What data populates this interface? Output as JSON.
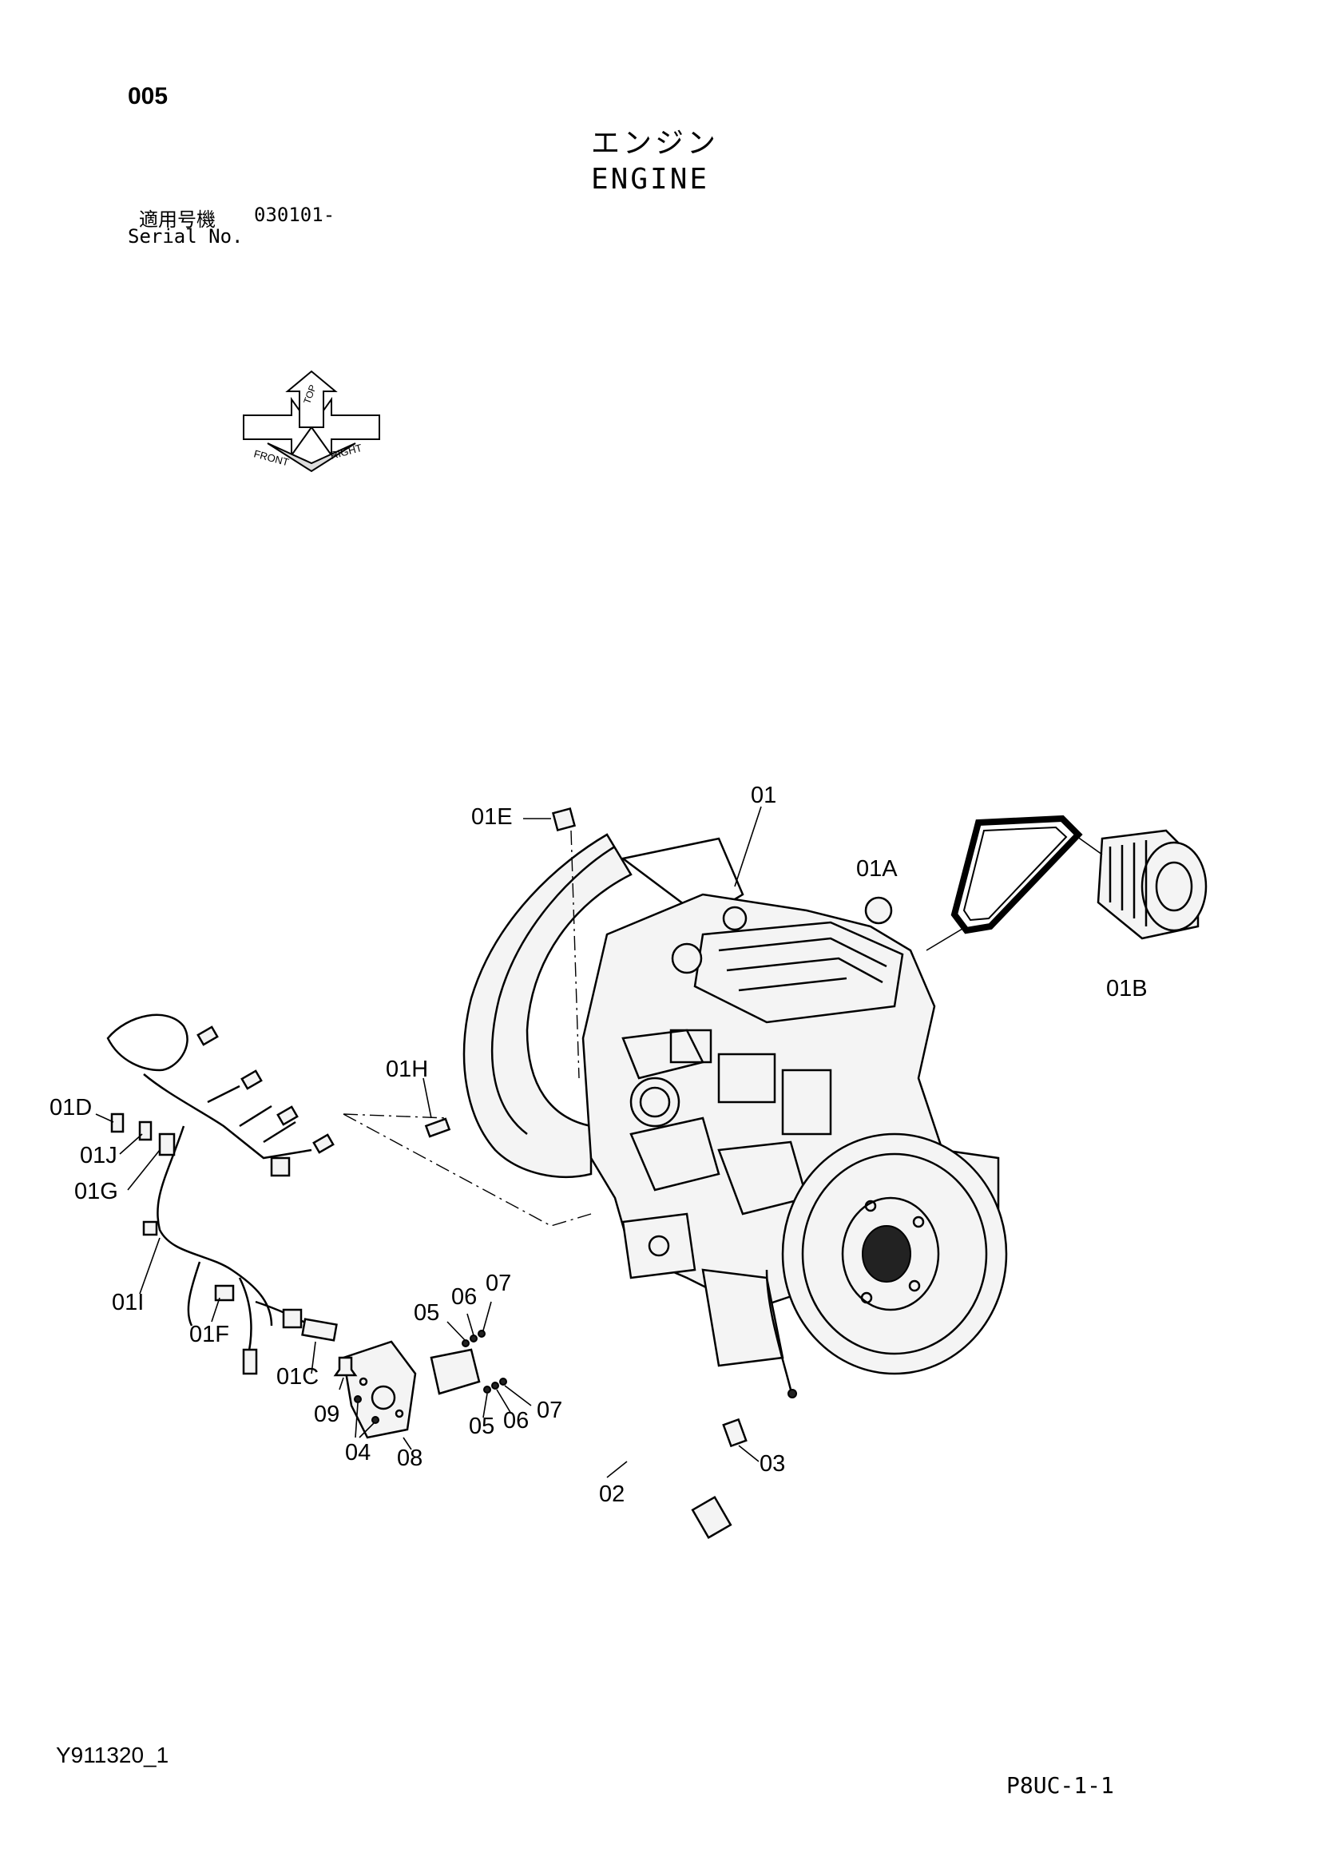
{
  "header": {
    "page_number": "005",
    "title_jp": "エンジン",
    "title_en": "ENGINE",
    "serial_label_jp": "適用号機",
    "serial_value": "030101-",
    "serial_label_en": "Serial No."
  },
  "orientation": {
    "labels": [
      "FRONT",
      "RIGHT",
      "TOP"
    ]
  },
  "callouts": {
    "c01": "01",
    "c01E": "01E",
    "c01A": "01A",
    "c01B": "01B",
    "c01H": "01H",
    "c01D": "01D",
    "c01J": "01J",
    "c01G": "01G",
    "c01I": "01I",
    "c01F": "01F",
    "c01C": "01C",
    "c09": "09",
    "c04": "04",
    "c08": "08",
    "c05a": "05",
    "c06a": "06",
    "c07a": "07",
    "c05b": "05",
    "c06b": "06",
    "c07b": "07",
    "c02": "02",
    "c03": "03"
  },
  "footer": {
    "drawing_code": "Y911320_1",
    "page_code": "P8UC-1-1"
  }
}
